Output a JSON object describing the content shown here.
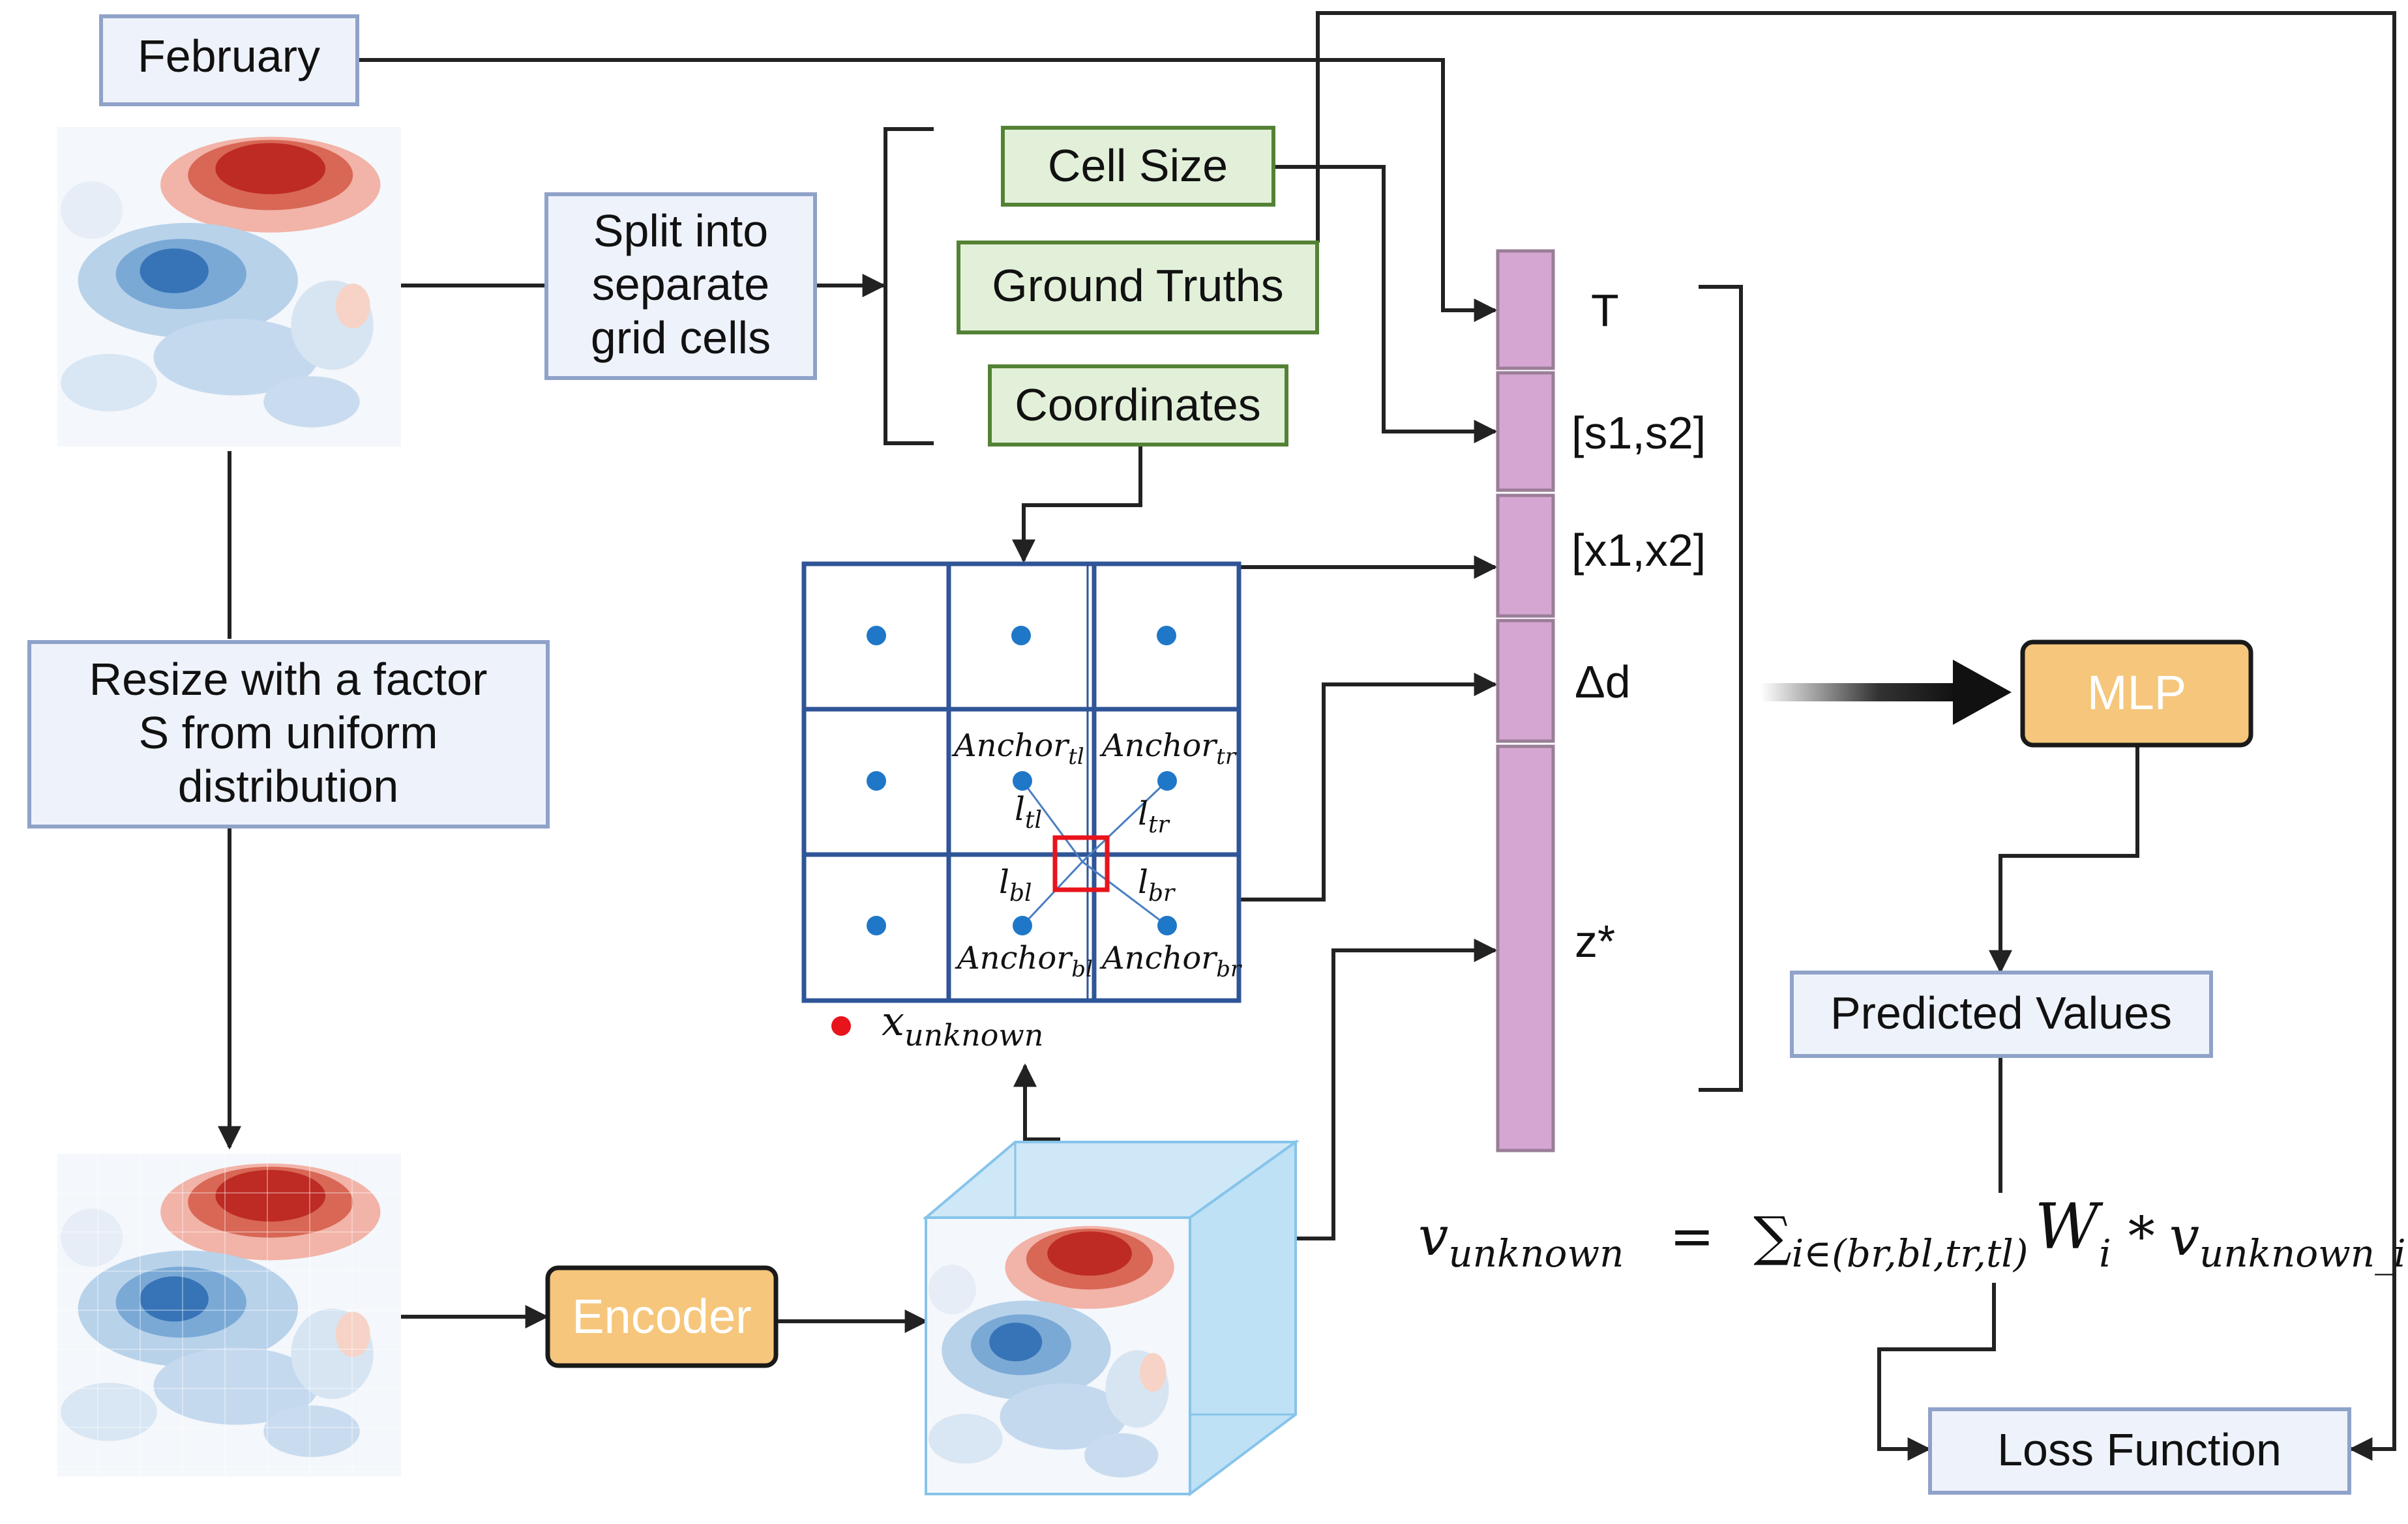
{
  "labels": {
    "february": "February",
    "split": [
      "Split into",
      "separate",
      "grid cells"
    ],
    "cell_size": "Cell Size",
    "ground_truths": "Ground Truths",
    "coordinates": "Coordinates",
    "resize": [
      "Resize with a factor",
      "S from uniform",
      "distribution"
    ],
    "encoder": "Encoder",
    "mlp": "MLP",
    "predicted_values": "Predicted Values",
    "loss_function": "Loss Function"
  },
  "vector": {
    "items": [
      "T",
      "[s1,s2]",
      "[x1,x2]",
      "Δd",
      "z*"
    ]
  },
  "grid": {
    "anchor_tl": {
      "base": "Anchor",
      "sub": "tl"
    },
    "anchor_tr": {
      "base": "Anchor",
      "sub": "tr"
    },
    "anchor_bl": {
      "base": "Anchor",
      "sub": "bl"
    },
    "anchor_br": {
      "base": "Anchor",
      "sub": "br"
    },
    "l_tl": {
      "base": "l",
      "sub": "tl"
    },
    "l_tr": {
      "base": "l",
      "sub": "tr"
    },
    "l_bl": {
      "base": "l",
      "sub": "bl"
    },
    "l_br": {
      "base": "l",
      "sub": "br"
    },
    "x_unknown": {
      "base": "x",
      "sub": "unknown"
    }
  },
  "formula": {
    "lhs_base": "v",
    "lhs_sub": "unknown",
    "equals": "=",
    "sigma": "∑",
    "sum_sub": "i∈(br,bl,tr,tl)",
    "weight_base": "W",
    "weight_sub": "i",
    "times": "*",
    "rhs_base": "v",
    "rhs_sub": "unknown_i"
  },
  "colors": {
    "green_fill": "#e2f0d9",
    "green_stroke": "#548235",
    "blue_fill": "#eef2fa",
    "blue_stroke": "#8fa2c9",
    "orange_fill": "#f5c67b",
    "vector_fill": "#d5a6d1",
    "grid_blue": "#2f5597",
    "dot_blue": "#1f77c8",
    "highlight_red": "#e8141c"
  }
}
